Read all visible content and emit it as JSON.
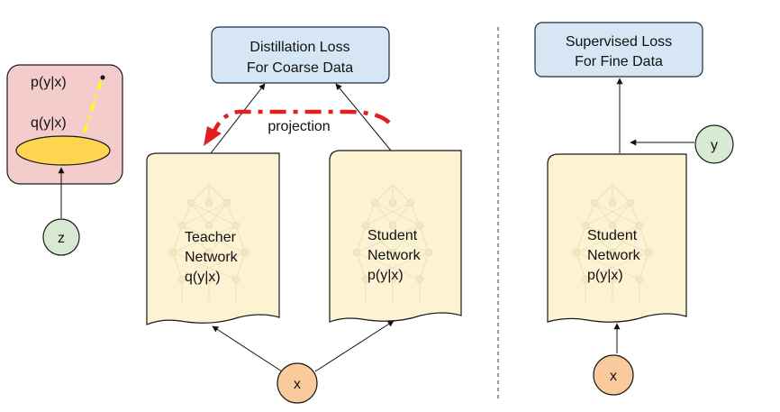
{
  "left_panel": {
    "p_label": "p(y|x)",
    "q_label": "q(y|x)",
    "z_label": "z"
  },
  "middle_panel": {
    "loss_title_line1": "Distillation Loss",
    "loss_title_line2": "For Coarse Data",
    "projection_label": "projection",
    "teacher_line1": "Teacher",
    "teacher_line2": "Network",
    "teacher_line3": "q(y|x)",
    "student_line1": "Student",
    "student_line2": "Network",
    "student_line3": "p(y|x)",
    "x_label": "x"
  },
  "right_panel": {
    "loss_title_line1": "Supervised Loss",
    "loss_title_line2": "For Fine Data",
    "y_label": "y",
    "student_line1": "Student",
    "student_line2": "Network",
    "student_line3": "p(y|x)",
    "x_label": "x"
  },
  "colors": {
    "loss_box_fill": "#d6e6f5",
    "loss_box_stroke": "#1f2d3d",
    "network_fill": "#fdf3d2",
    "left_panel_fill": "#f4cccc",
    "ellipse_fill": "#ffd54f",
    "z_y_node_fill": "#d9ead3",
    "x_node_fill": "#f9cb9c",
    "projection_arrow": "#e02020",
    "dashed_highlight": "#ffff00"
  }
}
